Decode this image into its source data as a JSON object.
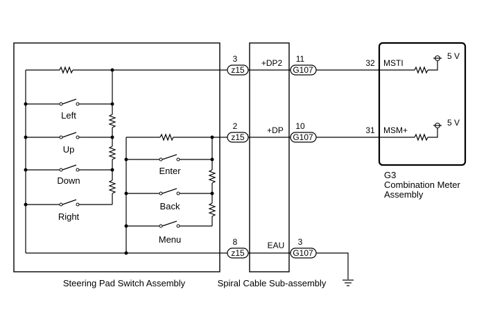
{
  "assemblies": {
    "steering_pad": "Steering Pad Switch Assembly",
    "spiral_cable": "Spiral Cable Sub-assembly",
    "meter_code": "G3",
    "meter_line1": "Combination Meter",
    "meter_line2": "Assembly"
  },
  "switches": {
    "left": "Left",
    "up": "Up",
    "down": "Down",
    "right": "Right",
    "enter": "Enter",
    "back": "Back",
    "menu": "Menu"
  },
  "connectors": {
    "z15": "z15",
    "g107": "G107"
  },
  "pins": {
    "z15_dp2": "3",
    "z15_dp": "2",
    "z15_eau": "8",
    "g107_dp2": "11",
    "g107_dp": "10",
    "g107_eau": "3",
    "meter_msti": "32",
    "meter_msm": "31"
  },
  "signals": {
    "dp2": "+DP2",
    "dp": "+DP",
    "eau": "EAU",
    "msti": "MSTI",
    "msm": "MSM+",
    "supply1": "5 V",
    "supply2": "5 V"
  }
}
